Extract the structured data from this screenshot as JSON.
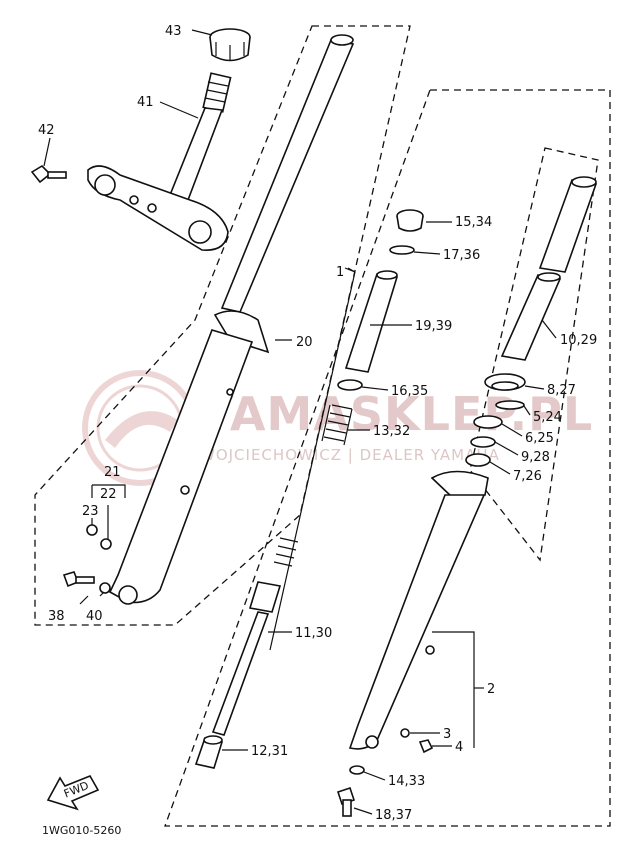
{
  "watermark": {
    "title": "YAMASKLEP.PL",
    "subtitle": "WOJCIECHOWICZ | DEALER YAMAHA"
  },
  "diagram_code": "1WG010-5260",
  "fwd_icon_text": "FWD",
  "callouts": [
    {
      "id": "43",
      "label": "43"
    },
    {
      "id": "41",
      "label": "41"
    },
    {
      "id": "42",
      "label": "42"
    },
    {
      "id": "20",
      "label": "20"
    },
    {
      "id": "21",
      "label": "21"
    },
    {
      "id": "22",
      "label": "22"
    },
    {
      "id": "23",
      "label": "23"
    },
    {
      "id": "38",
      "label": "38"
    },
    {
      "id": "40",
      "label": "40"
    },
    {
      "id": "1",
      "label": "1"
    },
    {
      "id": "15-34",
      "label": "15,34"
    },
    {
      "id": "17-36",
      "label": "17,36"
    },
    {
      "id": "19-39",
      "label": "19,39"
    },
    {
      "id": "16-35",
      "label": "16,35"
    },
    {
      "id": "13-32",
      "label": "13,32"
    },
    {
      "id": "11-30",
      "label": "11,30"
    },
    {
      "id": "12-31",
      "label": "12,31"
    },
    {
      "id": "10-29",
      "label": "10,29"
    },
    {
      "id": "8-27",
      "label": "8,27"
    },
    {
      "id": "5-24",
      "label": "5,24"
    },
    {
      "id": "6-25",
      "label": "6,25"
    },
    {
      "id": "9-28",
      "label": "9,28"
    },
    {
      "id": "7-26",
      "label": "7,26"
    },
    {
      "id": "2",
      "label": "2"
    },
    {
      "id": "3",
      "label": "3"
    },
    {
      "id": "4",
      "label": "4"
    },
    {
      "id": "14-33",
      "label": "14,33"
    },
    {
      "id": "18-37",
      "label": "18,37"
    }
  ]
}
